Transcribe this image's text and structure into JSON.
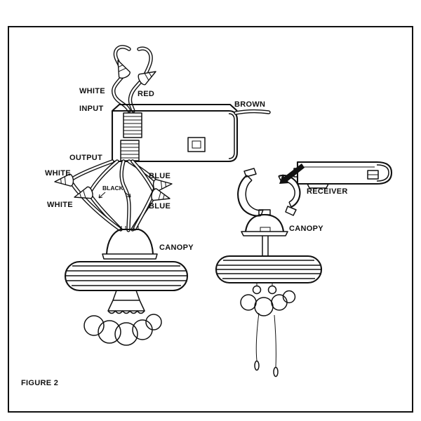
{
  "figure": {
    "caption": "FIGURE 2"
  },
  "colors": {
    "line": "#111111",
    "background": "#ffffff"
  },
  "left_unit": {
    "labels": {
      "white_input": "WHITE",
      "red_input": "RED",
      "input": "INPUT",
      "brown": "BROWN",
      "output": "OUTPUT",
      "white_upper": "WHITE",
      "blue_upper": "BLUE",
      "black": "BLACK",
      "white_lower": "WHITE",
      "blue_lower": "BLUE",
      "canopy": "CANOPY"
    }
  },
  "right_unit": {
    "labels": {
      "receiver": "RECEIVER",
      "canopy": "CANOPY"
    }
  }
}
